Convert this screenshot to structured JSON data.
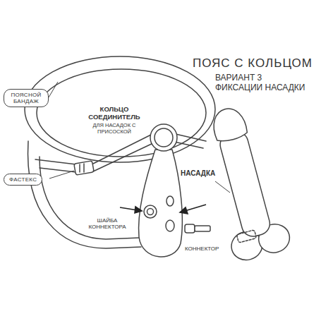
{
  "diagram": {
    "title": "ПОЯС С КОЛЬЦОМ",
    "nodes": [
      {
        "text": [
          "ПОЯСНОЙ БАНДАЖ"
        ]
      },
      {
        "text": [
          "ФАСТЕКС"
        ]
      }
    ],
    "edges": [],
    "labels": [
      "ВАРИАНТ 3 ФИКСАЦИИ НАСАДКИ",
      "КОЛЬЦО СОЕДИНИТЕЛЬ",
      "ДЛЯ НАСАДОК С ПРИСОСКОЙ",
      "НАСАДКА",
      "ШАЙБА КОННЕКТОРА",
      "КОННЕКТОР"
    ]
  }
}
